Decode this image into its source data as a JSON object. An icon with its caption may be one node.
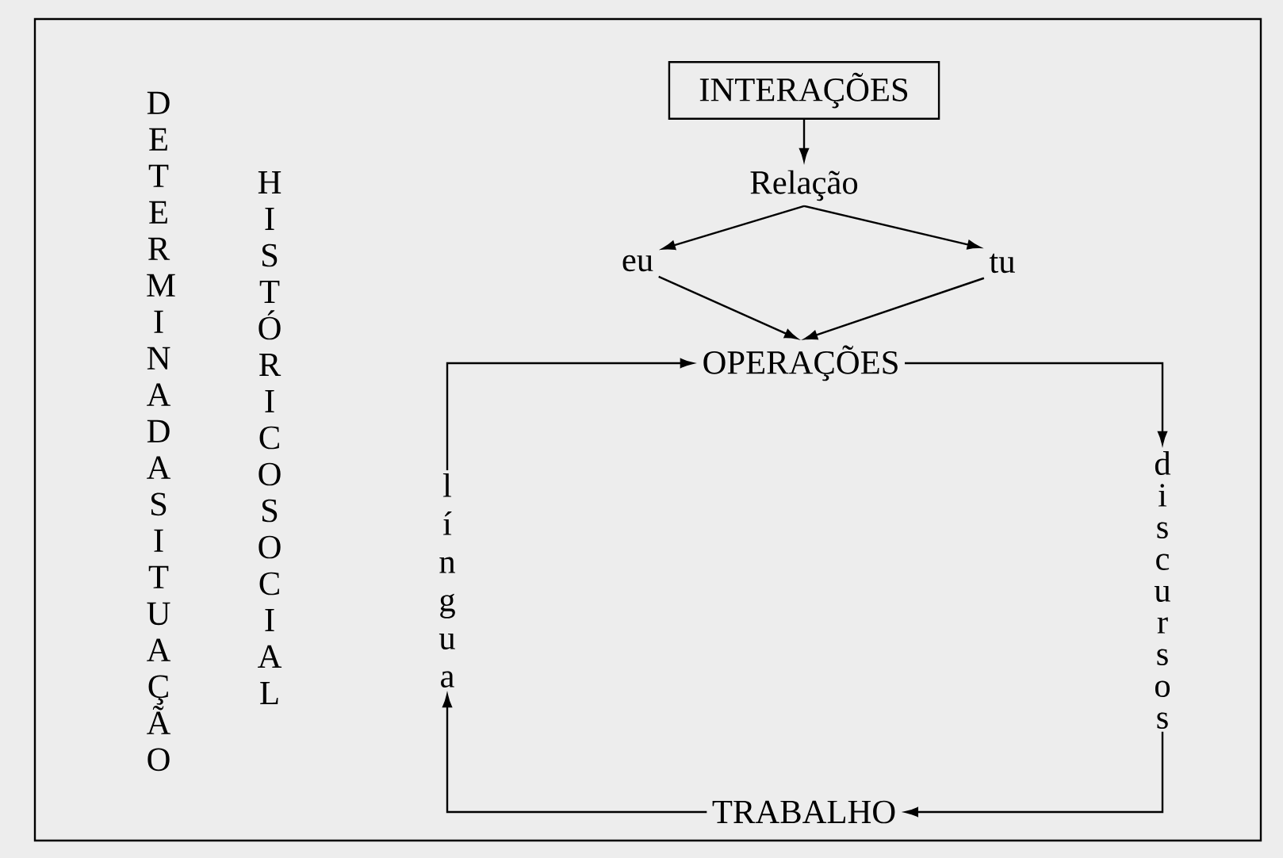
{
  "diagram": {
    "nodes": [
      {
        "text": [
          "INTERAÇÕES"
        ]
      },
      {
        "text": [
          "Relação"
        ]
      },
      {
        "text": [
          "eu"
        ]
      },
      {
        "text": [
          "tu"
        ]
      },
      {
        "text": [
          "OPERAÇÕES"
        ]
      },
      {
        "text": [
          "discursos"
        ]
      },
      {
        "text": [
          "TRABALHO"
        ]
      },
      {
        "text": [
          "língua"
        ]
      }
    ],
    "edges": [
      {
        "from": 0,
        "to": 1,
        "arrow": "to"
      },
      {
        "from": 1,
        "to": 2,
        "arrow": "to"
      },
      {
        "from": 1,
        "to": 3,
        "arrow": "to"
      },
      {
        "from": 2,
        "to": 4,
        "arrow": "to"
      },
      {
        "from": 3,
        "to": 4,
        "arrow": "to"
      },
      {
        "from": 4,
        "to": 5,
        "arrow": "to"
      },
      {
        "from": 5,
        "to": 6,
        "arrow": "to"
      },
      {
        "from": 6,
        "to": 7,
        "arrow": "to"
      },
      {
        "from": 7,
        "to": 4,
        "arrow": "to"
      }
    ],
    "labels": [
      "DETERMINADA SITUAÇÃO",
      "HISTÓRICO SOCIAL"
    ]
  }
}
